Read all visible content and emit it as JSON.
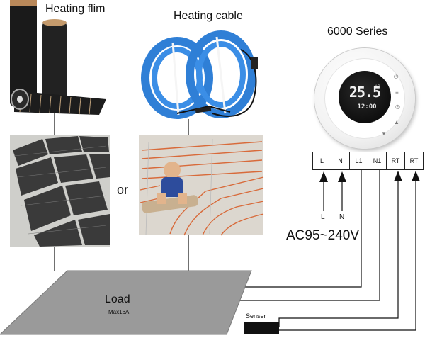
{
  "products": {
    "film_title": "Heating flim",
    "cable_title": "Heating cable",
    "thermostat_title": "6000 Series"
  },
  "thermostat": {
    "temperature": "25.5",
    "unit": "°C",
    "time": "12:00"
  },
  "terminals": [
    "L",
    "N",
    "L1",
    "N1",
    "RT",
    "RT"
  ],
  "inputs": {
    "l_label": "L",
    "n_label": "N",
    "voltage": "AC95~240V"
  },
  "or_label": "or",
  "load": {
    "label": "Load",
    "max": "Max16A"
  },
  "sensor_label": "Senser",
  "colors": {
    "cable_blue": "#2f7fd6",
    "floor_orange": "#d86a3a",
    "load_gray": "#9a9a9a",
    "film_black": "#1a1a1a"
  }
}
